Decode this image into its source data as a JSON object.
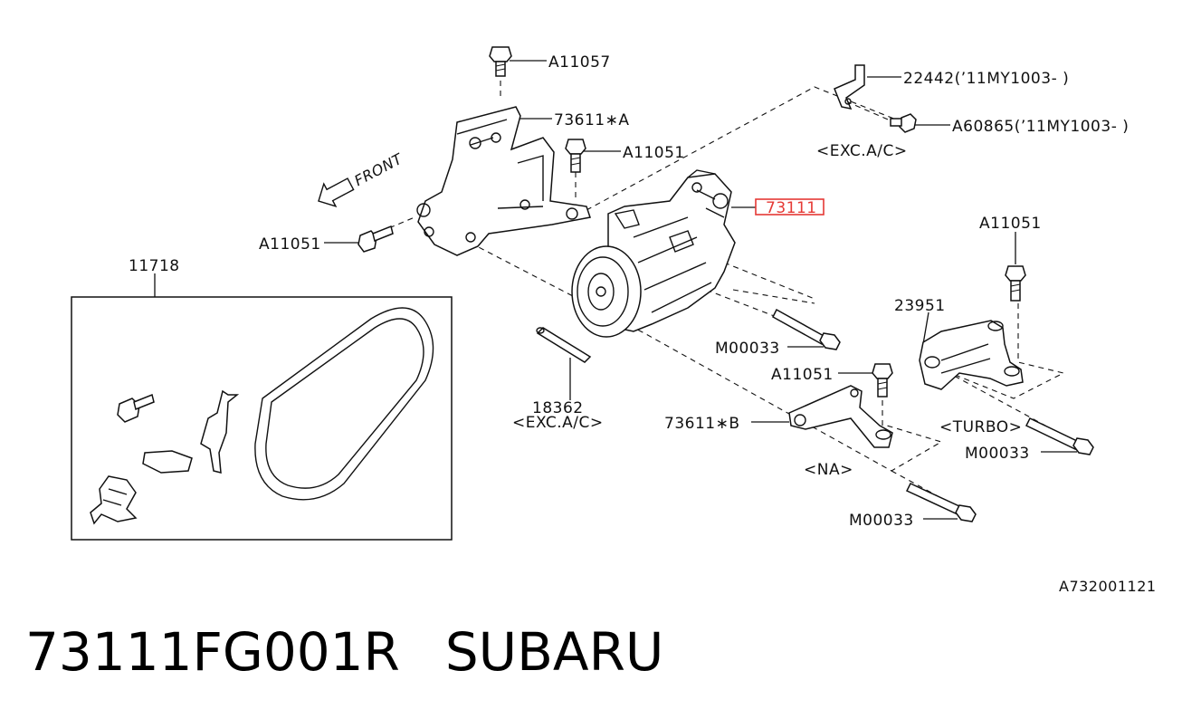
{
  "labels": {
    "a11057": "A11057",
    "p73611a": "73611∗A",
    "a11051_top": "A11051",
    "a11051_left": "A11051",
    "p22442": "22442(’11MY1003- )",
    "a60865": "A60865(’11MY1003- )",
    "exc_ac_top": "<EXC.A/C>",
    "p73111": "73111",
    "p11718": "11718",
    "a11051_right": "A11051",
    "p23951": "23951",
    "m00033_center": "M00033",
    "a11051_lower": "A11051",
    "p18362": "18362",
    "exc_ac_lower": "<EXC.A/C>",
    "p73611b": "73611∗B",
    "turbo": "<TURBO>",
    "m00033_right": "M00033",
    "na": "<NA>",
    "m00033_bottom": "M00033",
    "front": "FRONT",
    "diagram_code": "A732001121"
  },
  "highlight_color": "#e53935",
  "footer": {
    "part_number": "73111FG001R",
    "brand": "SUBARU"
  }
}
